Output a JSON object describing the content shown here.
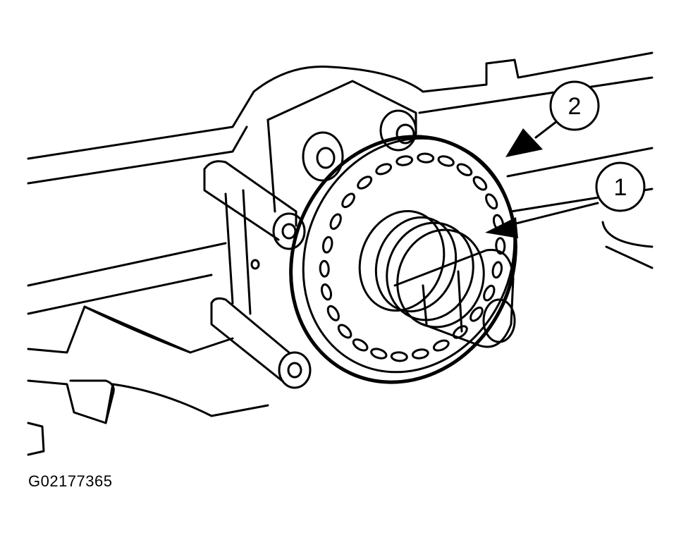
{
  "figure_id": "G02177365",
  "callouts": [
    {
      "label": "1"
    },
    {
      "label": "2"
    }
  ]
}
